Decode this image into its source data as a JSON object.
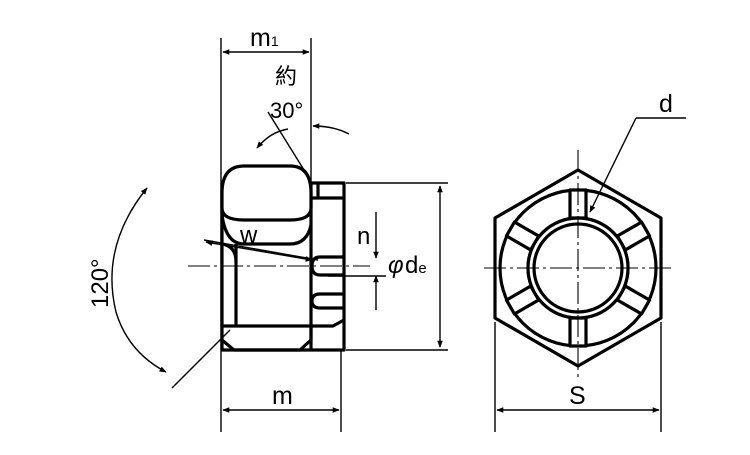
{
  "labels": {
    "m1_base": "m",
    "m1_sub": "1",
    "approx": "約",
    "angle30": "30°",
    "angle120": "120°",
    "w": "w",
    "n": "n",
    "phi": "φ",
    "de_base": "d",
    "de_sub": "e",
    "m": "m",
    "d": "d",
    "S": "S"
  },
  "colors": {
    "line": "#000000",
    "background": "#ffffff"
  }
}
